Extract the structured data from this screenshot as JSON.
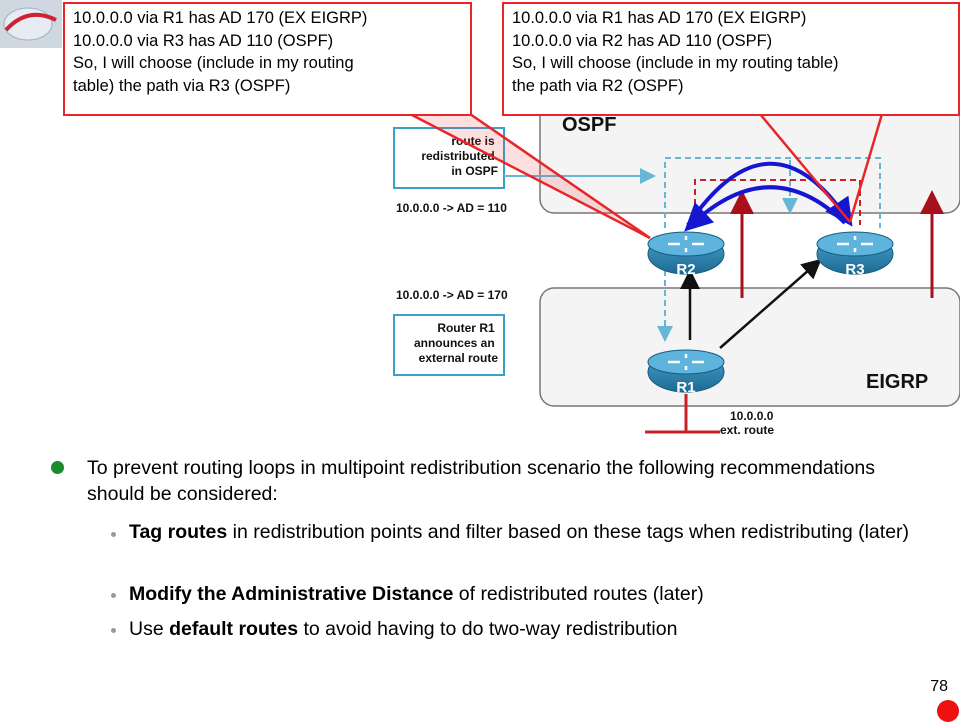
{
  "callout_left": {
    "lines": [
      "10.0.0.0 via R1 has AD 170 (EX EIGRP)",
      "10.0.0.0 via R3 has AD 110 (OSPF)",
      "So, I will choose (include in my routing",
      "table) the path via R3 (OSPF)"
    ]
  },
  "callout_right": {
    "lines": [
      "10.0.0.0 via R1 has AD 170 (EX EIGRP)",
      "10.0.0.0 via R2 has AD 110 (OSPF)",
      "So, I will choose (include in my routing table)",
      "the path via R2 (OSPF)"
    ]
  },
  "diagram": {
    "ospf_label": "OSPF",
    "eigrp_label": "EIGRP",
    "routers": [
      "R2",
      "R3",
      "R1"
    ],
    "note_top_lines": [
      "route is",
      "redistributed",
      "in OSPF"
    ],
    "ad_110": "10.0.0.0 -> AD = 110",
    "ad_170": "10.0.0.0 -> AD = 170",
    "note_bottom_lines": [
      "Router R1",
      "announces an",
      "external route"
    ],
    "ext_route_lines": [
      "10.0.0.0",
      "ext. route"
    ]
  },
  "bullets": {
    "main": "To prevent routing loops in multipoint redistribution scenario the following recommendations should be considered:",
    "sub1_bold": "Tag routes",
    "sub1_rest": " in redistribution points and filter based on these tags when redistributing (later)",
    "sub2_bold": "Modify the Administrative Distance",
    "sub2_rest": " of redistributed routes (later)",
    "sub3_pre": "Use ",
    "sub3_bold": "default routes",
    "sub3_rest": " to avoid having to do two-way redistribution"
  },
  "page_number": "78",
  "colors": {
    "callout_border": "#e8262a",
    "bullet_green": "#1d8a2f",
    "router_blue": "#2c7fa8",
    "note_border": "#3aa0c8",
    "dashed_blue": "#66b6d8",
    "dashed_red": "#c8202a",
    "redist_arrow": "#a8101c",
    "loop_arrow": "#1616d0"
  }
}
